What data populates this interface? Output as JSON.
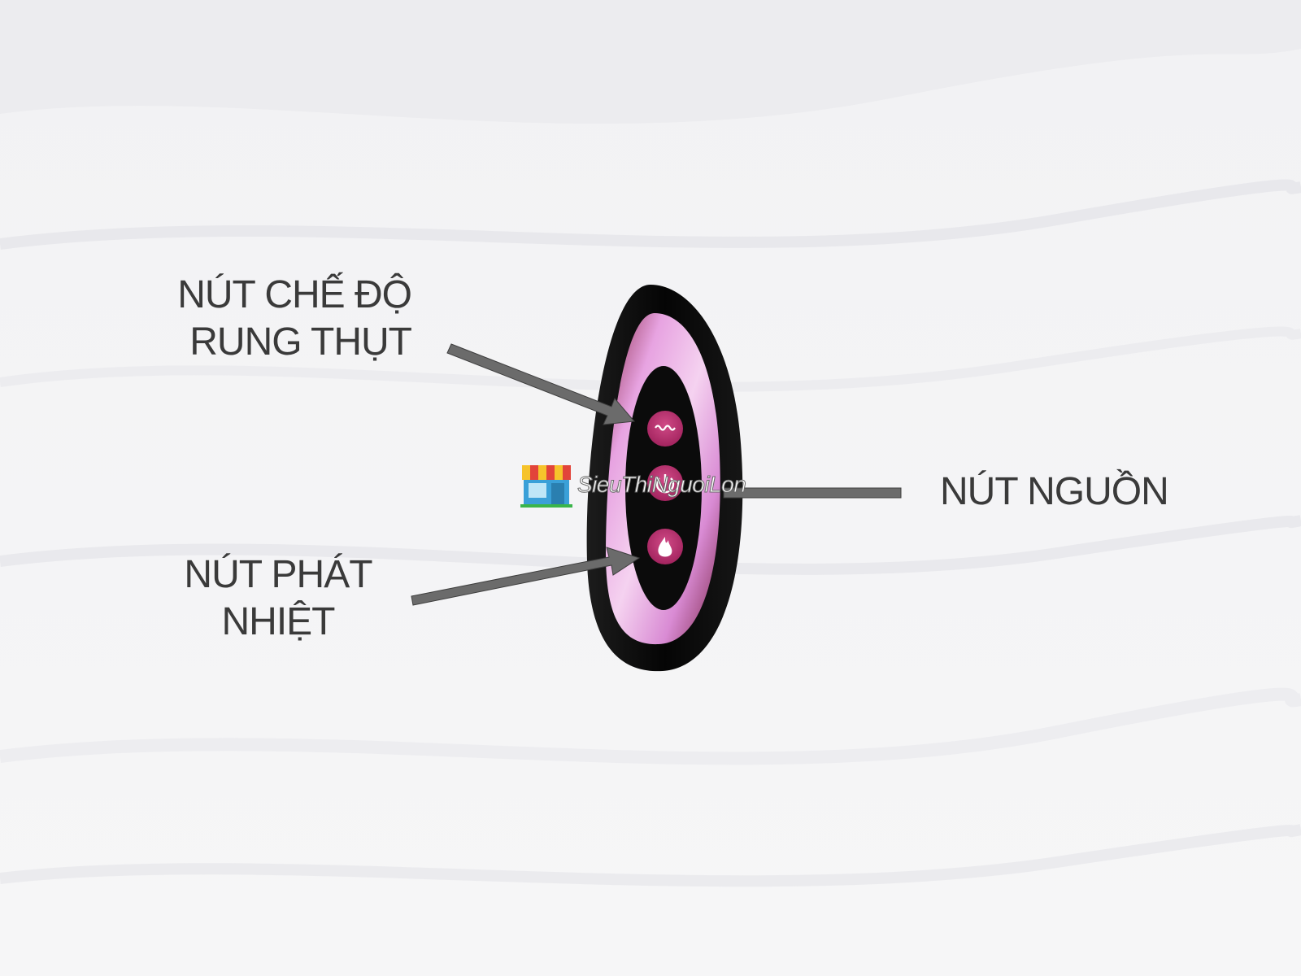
{
  "labels": {
    "mode_line1": "NÚT CHẾ ĐỘ",
    "mode_line2": "RUNG THỤT",
    "heat_line1": "NÚT PHÁT",
    "heat_line2": "NHIỆT",
    "power": "NÚT NGUỒN"
  },
  "watermark": {
    "text": "SieuThiNguoiLon",
    "icon": "shop-storefront-icon"
  },
  "device": {
    "buttons": [
      {
        "icon": "wave-icon"
      },
      {
        "icon": "power-icon"
      },
      {
        "icon": "flame-icon"
      }
    ]
  },
  "colors": {
    "label_text": "#3a3a3a",
    "arrow": "#6b6b6b",
    "button_pink": "#b8306e",
    "chrome_pink": "#e7a3e1",
    "body_black": "#0e0e0e",
    "background": "#f4f4f6"
  }
}
